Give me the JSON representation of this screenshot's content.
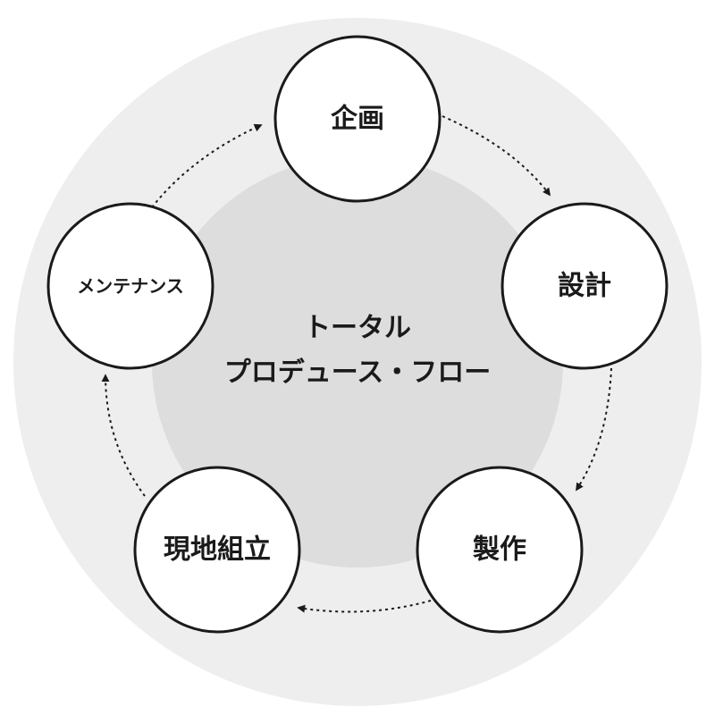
{
  "diagram": {
    "center": {
      "line1": "トータル",
      "line2": "プロデュース・フロー"
    },
    "stages": [
      {
        "id": "planning",
        "label": "企画"
      },
      {
        "id": "design",
        "label": "設計"
      },
      {
        "id": "manufacturing",
        "label": "製作"
      },
      {
        "id": "onsite-assembly",
        "label": "現地組立"
      },
      {
        "id": "maintenance",
        "label": "メンテナンス"
      }
    ],
    "colors": {
      "outer_ring": "#eeeeee",
      "inner_disc": "#dddddd",
      "node_fill": "#ffffff",
      "node_stroke": "#1a1a1a",
      "arrow": "#1a1a1a"
    }
  }
}
